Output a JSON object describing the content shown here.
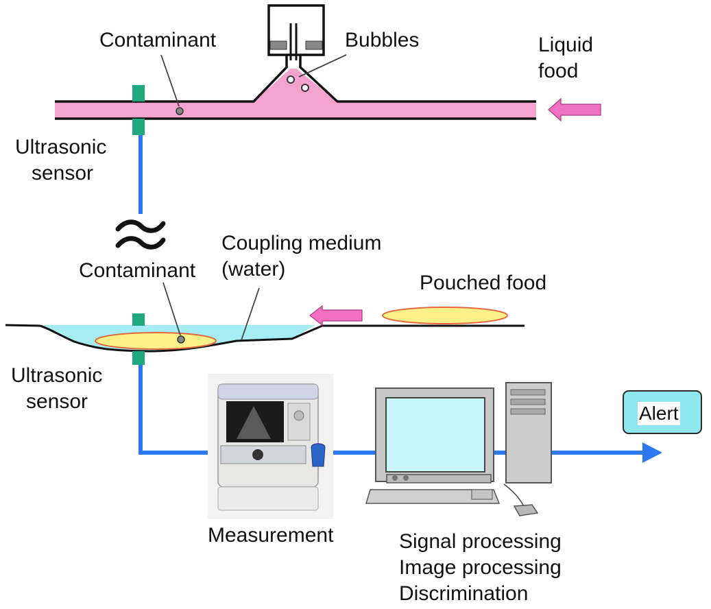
{
  "labels": {
    "contaminant_top": "Contaminant",
    "bubbles": "Bubbles",
    "liquid_food_line1": "Liquid",
    "liquid_food_line2": "food",
    "ultrasonic_sensor_top_line1": "Ultrasonic",
    "ultrasonic_sensor_top_line2": "sensor",
    "coupling_medium_line1": "Coupling medium",
    "coupling_medium_line2": "(water)",
    "contaminant_bottom": "Contaminant",
    "pouched_food": "Pouched food",
    "ultrasonic_sensor_bottom_line1": "Ultrasonic",
    "ultrasonic_sensor_bottom_line2": "sensor",
    "measurement": "Measurement",
    "alert": "Alert",
    "processing_line1": "Signal processing",
    "processing_line2": "Image processing",
    "processing_line3": "Discrimination"
  },
  "colors": {
    "pipe_fill": "#f4a3cf",
    "flow_arrow": "#f06fc0",
    "water": "#a6ecf3",
    "pouch": "#fbf08a",
    "pouch_outline": "#e46a3e",
    "sensor": "#1fa882",
    "signal_line": "#2d78ee",
    "alert_box": "#8fe7ef"
  },
  "icons": [
    "approximately-equal-icon",
    "flow-arrow-icon",
    "ultrasound-device-icon",
    "computer-icon"
  ]
}
